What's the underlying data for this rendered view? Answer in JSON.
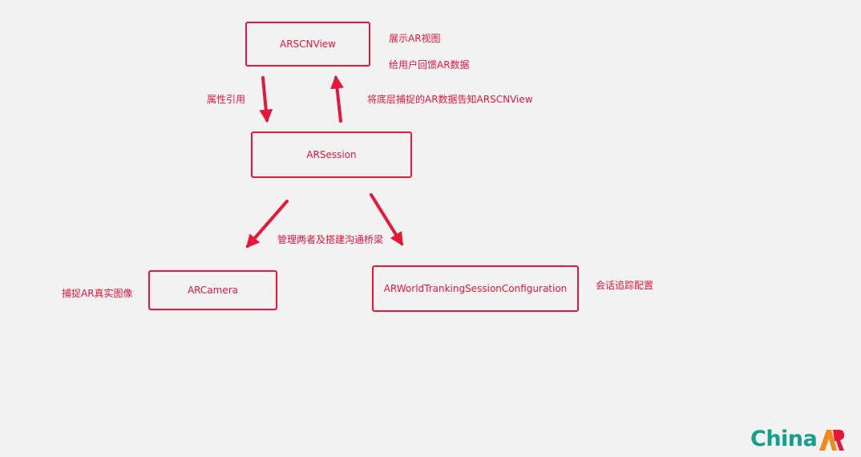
{
  "boxes": {
    "arscnview": "ARSCNView",
    "arsession": "ARSession",
    "arcamera": "ARCamera",
    "configuration": "ARWorldTrankingSessionConfiguration"
  },
  "notes": {
    "show_ar_view": "展示AR视图",
    "feedback_ar_data": "给用户回馈AR数据",
    "property_reference": "属性引用",
    "report_data": "将底层捕捉的AR数据告知ARSCNView",
    "manage_bridge": "管理两者及搭建沟通桥梁",
    "capture_real_image": "捕捉AR真实图像",
    "session_tracking_config": "会话追踪配置"
  },
  "logo": {
    "text": "China",
    "ar_text": "AR"
  },
  "colors": {
    "accent": "#e8173a",
    "logo_green": "#15a08a",
    "logo_orange": "#f08a1a",
    "background": "#f2f2f2"
  }
}
